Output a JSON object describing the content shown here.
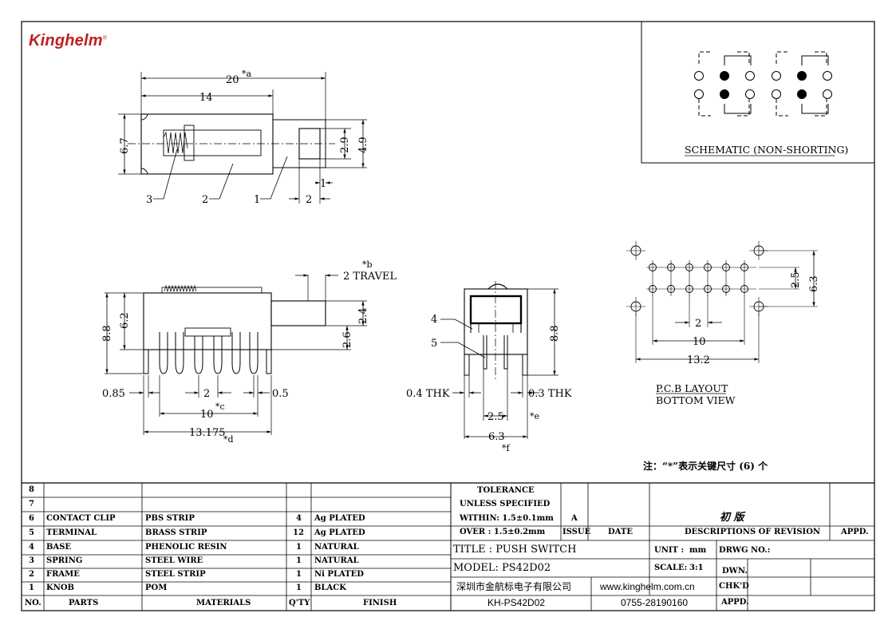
{
  "brand": {
    "name": "Kinghelm",
    "mark": "®",
    "color": "#c0201e"
  },
  "top_view": {
    "dim_20": "20",
    "dim_20_tag": "*a",
    "dim_14": "14",
    "dim_67": "6.7",
    "dim_29": "2.9",
    "dim_49": "4.9",
    "dim_1": "1",
    "dim_2": "2",
    "callout_1": "1",
    "callout_2": "2",
    "callout_3": "3"
  },
  "side_view": {
    "travel_tag": "*b",
    "travel": "2 TRAVEL",
    "dim_24": "2.4",
    "dim_26": "2.6",
    "dim_88": "8.8",
    "dim_62": "6.2",
    "dim_085": "0.85",
    "dim_2": "2",
    "dim_05": "0.5",
    "dim_10": "10",
    "dim_10_tag": "*c",
    "dim_13175": "13.175",
    "dim_13175_tag": "*d"
  },
  "end_view": {
    "callout_4": "4",
    "callout_5": "5",
    "dim_88": "8.8",
    "thk_04": "0.4 THK",
    "thk_03": "0.3 THK",
    "dim_25": "2.5",
    "dim_25_tag": "*e",
    "dim_63": "6.3",
    "dim_63_tag": "*f"
  },
  "schematic": {
    "caption": "SCHEMATIC (NON-SHORTING)"
  },
  "pcb": {
    "dim_25": "2.5",
    "dim_63": "6.3",
    "dim_2": "2",
    "dim_10": "10",
    "dim_132": "13.2",
    "caption_1": "P.C.B LAYOUT",
    "caption_2": "BOTTOM VIEW"
  },
  "note": "注：“*”表示关键尺寸 (6) 个",
  "bom": {
    "header": {
      "no": "NO.",
      "parts": "PARTS",
      "materials": "MATERIALS",
      "qty": "Q'TY",
      "finish": "FINISH"
    },
    "rows": [
      {
        "no": "8",
        "parts": "",
        "materials": "",
        "qty": "",
        "finish": ""
      },
      {
        "no": "7",
        "parts": "",
        "materials": "",
        "qty": "",
        "finish": ""
      },
      {
        "no": "6",
        "parts": "CONTACT CLIP",
        "materials": "PBS STRIP",
        "qty": "4",
        "finish": "Ag PLATED"
      },
      {
        "no": "5",
        "parts": "TERMINAL",
        "materials": "BRASS STRIP",
        "qty": "12",
        "finish": "Ag PLATED"
      },
      {
        "no": "4",
        "parts": "BASE",
        "materials": "PHENOLIC RESIN",
        "qty": "1",
        "finish": "NATURAL"
      },
      {
        "no": "3",
        "parts": "SPRING",
        "materials": "STEEL WIRE",
        "qty": "1",
        "finish": "NATURAL"
      },
      {
        "no": "2",
        "parts": "FRAME",
        "materials": "STEEL STRIP",
        "qty": "1",
        "finish": "Ni PLATED"
      },
      {
        "no": "1",
        "parts": "KNOB",
        "materials": "POM",
        "qty": "1",
        "finish": "BLACK"
      }
    ]
  },
  "title_block": {
    "tol_1": "TOLERANCE",
    "tol_2": "UNLESS  SPECIFIED",
    "within": "WITHIN: 1.5±0.1mm",
    "over": "OVER  : 1.5±0.2mm",
    "rev_a": "A",
    "issue": "ISSUE",
    "date": "DATE",
    "rev_desc": "初 版",
    "desc_header": "DESCRIPTIONS OF REVISION",
    "appd": "APPD.",
    "title": "TITLE : PUSH SWITCH",
    "model": "MODEL: PS42D02",
    "unit_label": "UNIT :",
    "unit_value": "mm",
    "drwg_no": "DRWG NO.:",
    "scale_label": "SCALE:",
    "scale_value": "3:1",
    "dwn": "DWN.",
    "company": "深圳市金航标电子有限公司",
    "website": "www.kinghelm.com.cn",
    "chkd": "CHK'D",
    "part_no": "KH-PS42D02",
    "phone": "0755-28190160",
    "appd2": "APPD."
  }
}
